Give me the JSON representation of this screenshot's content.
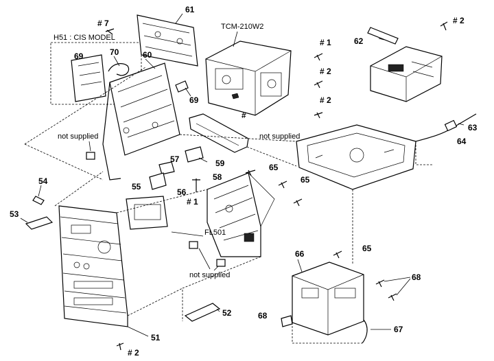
{
  "labels": {
    "p61": "61",
    "p7": "# 7",
    "tcm": "TCM-210W2",
    "p1": "# 1",
    "p2a": "# 2",
    "p2b": "# 2",
    "p62": "62",
    "p2c": "# 2",
    "h51": "H51 : CIS  MODEL",
    "p69a": "69",
    "p70": "70",
    "p60": "60",
    "p69b": "69",
    "ns1": "not supplied",
    "ns2": "not supplied",
    "p63": "63",
    "p64": "64",
    "p57": "57",
    "p59": "59",
    "p65a": "65",
    "p58": "58",
    "p65b": "65",
    "p54": "54",
    "p55": "55",
    "p56": "56",
    "p1b": "# 1",
    "p53": "53",
    "fl501": "FL501",
    "ns3": "not supplied",
    "p65c": "65",
    "p66": "66",
    "p68": "68",
    "p52": "52",
    "p68b": "68",
    "p67": "67",
    "p51": "51",
    "p2d": "# 2",
    "star": "#"
  },
  "colors": {
    "ink": "#000000",
    "paper": "#ffffff"
  }
}
